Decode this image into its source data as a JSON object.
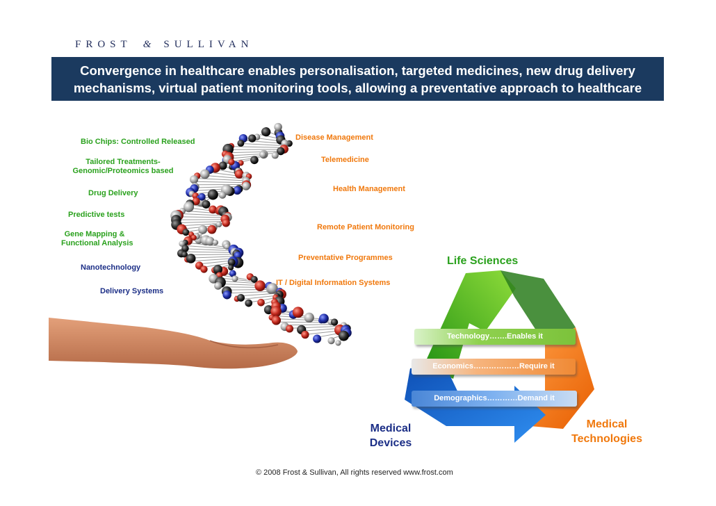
{
  "logo": {
    "left": "FROST",
    "amp": "&",
    "right": "SULLIVAN"
  },
  "banner": {
    "line1": "Convergence in healthcare enables personalisation, targeted medicines, new drug delivery",
    "line2": "mechanisms, virtual patient monitoring tools, allowing a preventative approach to healthcare"
  },
  "left_labels": {
    "bio_chips": "Bio Chips: Controlled Released",
    "tailored_1": "Tailored Treatments-",
    "tailored_2": "Genomic/Proteomics based",
    "drug_delivery": "Drug Delivery",
    "predictive": "Predictive tests",
    "gene_1": "Gene Mapping &",
    "gene_2": "Functional Analysis",
    "nano": "Nanotechnology",
    "delivery_systems": "Delivery Systems"
  },
  "right_labels": {
    "disease": "Disease Management",
    "telemedicine": "Telemedicine",
    "health": "Health Management",
    "remote": "Remote Patient Monitoring",
    "preventative": "Preventative Programmes",
    "it": "IT / Digital Information Systems"
  },
  "cycle": {
    "life_sciences": "Life Sciences",
    "medical_devices_1": "Medical",
    "medical_devices_2": "Devices",
    "medical_tech_1": "Medical",
    "medical_tech_2": "Technologies",
    "bar_technology": "Technology…….Enables it",
    "bar_economics": "Economics………………Require it",
    "bar_demographics": "Demographics…………Demand it"
  },
  "colors": {
    "banner": "#1b3a5f",
    "green": "#2aa11d",
    "blue": "#1b2e86",
    "orange": "#f0780c"
  },
  "footer": "© 2008 Frost & Sullivan, All rights reserved  www.frost.com"
}
